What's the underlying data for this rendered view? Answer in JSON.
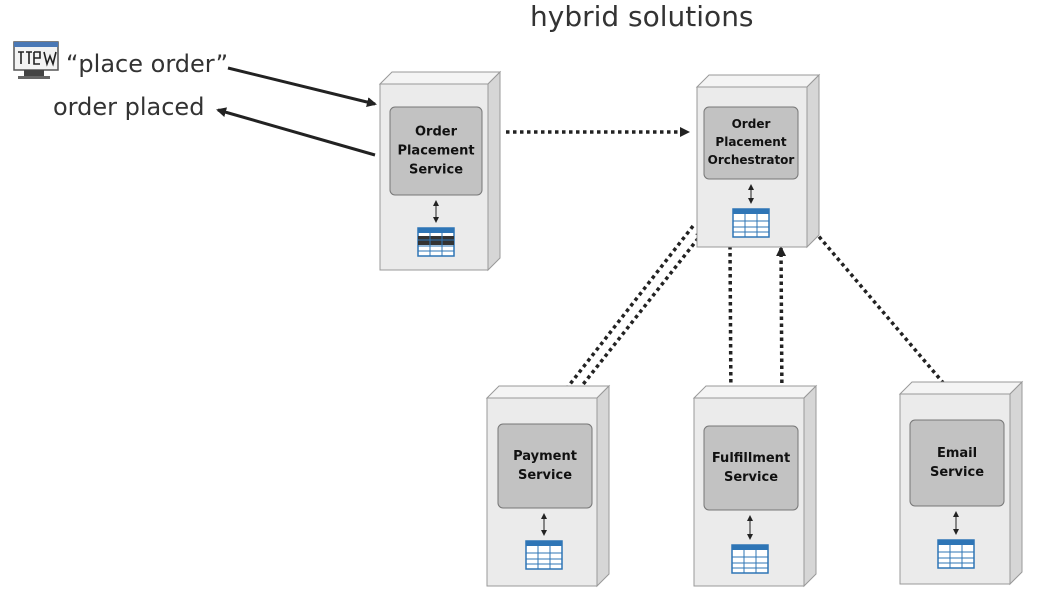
{
  "title": "hybrid solutions",
  "client": {
    "icon": "http-browser-icon",
    "request_label": "“place order”",
    "response_label": "order placed"
  },
  "services": [
    {
      "id": "order-placement",
      "lines": [
        "Order",
        "Placement",
        "Service"
      ]
    },
    {
      "id": "orchestrator",
      "lines": [
        "Order",
        "Placement",
        "Orchestrator"
      ]
    },
    {
      "id": "payment",
      "lines": [
        "Payment",
        "Service"
      ]
    },
    {
      "id": "fulfillment",
      "lines": [
        "Fulfillment",
        "Service"
      ]
    },
    {
      "id": "email",
      "lines": [
        "Email",
        "Service"
      ]
    }
  ],
  "colors": {
    "server_face": "#ebebeb",
    "server_side": "#d6d6d6",
    "inner_box": "#c2c2c2",
    "db_blue": "#2e75b6",
    "arrow": "#222222"
  }
}
